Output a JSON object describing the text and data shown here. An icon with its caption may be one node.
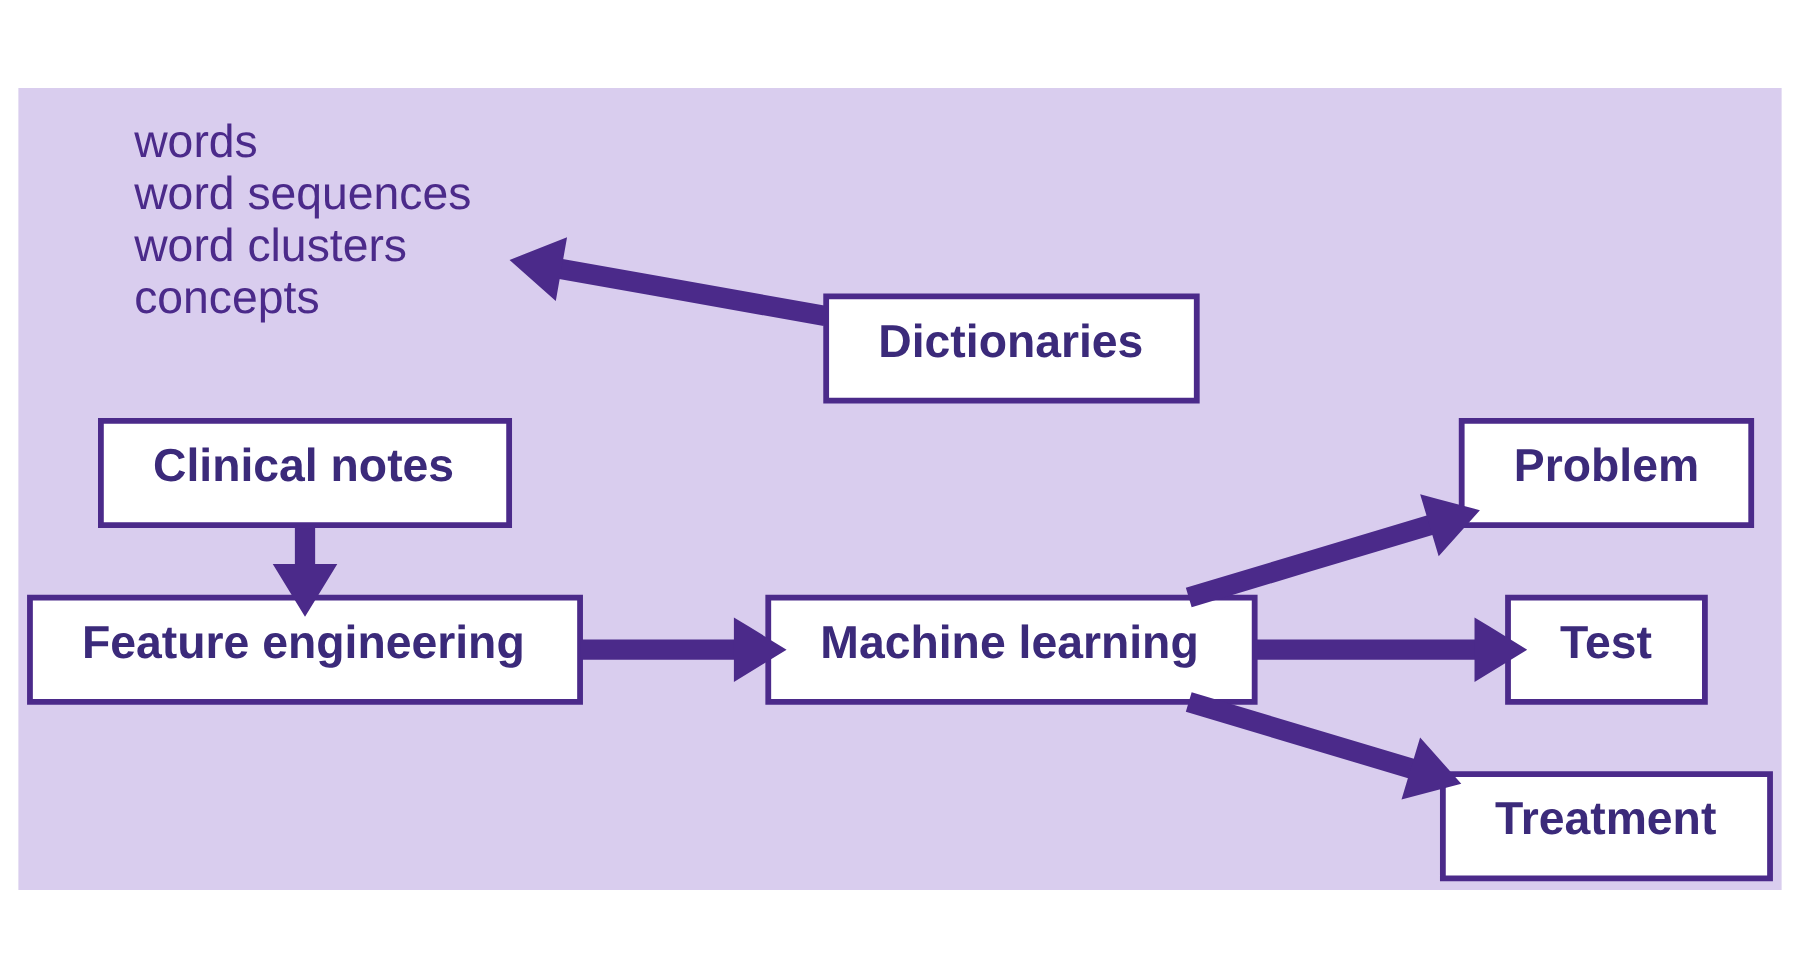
{
  "diagram": {
    "nodes": [
      {
        "text": [
          "Clinical notes"
        ]
      },
      {
        "text": [
          "Feature engineering"
        ]
      },
      {
        "text": [
          "Machine learning"
        ]
      },
      {
        "text": [
          "Problem"
        ]
      },
      {
        "text": [
          "Test"
        ]
      },
      {
        "text": [
          "Treatment"
        ]
      },
      {
        "text": [
          "words",
          "word sequences",
          "word clusters",
          "concepts"
        ]
      },
      {
        "text": [
          "Dictionaries"
        ]
      }
    ],
    "edges": [
      {
        "from": 0,
        "to": 1,
        "arrow": "to"
      },
      {
        "from": 1,
        "to": 2,
        "arrow": "to"
      },
      {
        "from": 2,
        "to": 3,
        "arrow": "to"
      },
      {
        "from": 2,
        "to": 4,
        "arrow": "to"
      },
      {
        "from": 2,
        "to": 5,
        "arrow": "to"
      },
      {
        "from": 7,
        "to": 6,
        "arrow": "to"
      }
    ]
  }
}
